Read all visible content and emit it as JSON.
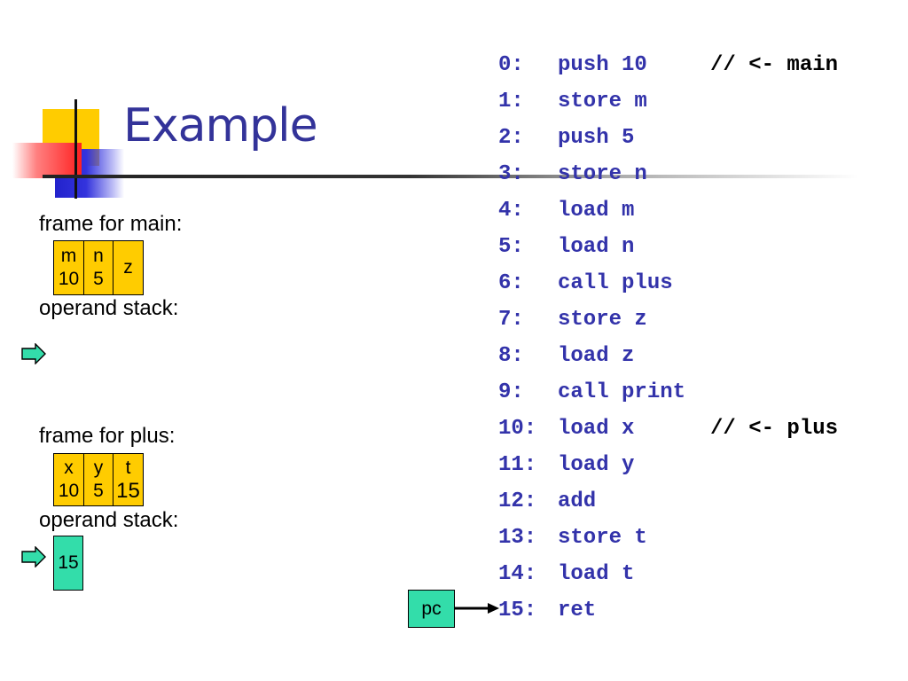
{
  "slide": {
    "title": "Example"
  },
  "main_frame": {
    "label": "frame for main:",
    "cells": [
      {
        "name": "m",
        "value": "10"
      },
      {
        "name": "n",
        "value": "5"
      },
      {
        "name": "z",
        "value": ""
      }
    ],
    "stack_label": "operand stack:"
  },
  "plus_frame": {
    "label": "frame for plus:",
    "cells": [
      {
        "name": "x",
        "value": "10"
      },
      {
        "name": "y",
        "value": "5"
      },
      {
        "name": "t",
        "value": "15"
      }
    ],
    "stack_label": "operand stack:",
    "stack_values": [
      "15"
    ]
  },
  "program": [
    {
      "addr": "0:",
      "instr": "push 10",
      "comment": "// <- main"
    },
    {
      "addr": "1:",
      "instr": "store m",
      "comment": ""
    },
    {
      "addr": "2:",
      "instr": "push 5",
      "comment": ""
    },
    {
      "addr": "3:",
      "instr": "store n",
      "comment": ""
    },
    {
      "addr": "4:",
      "instr": "load m",
      "comment": ""
    },
    {
      "addr": "5:",
      "instr": "load n",
      "comment": ""
    },
    {
      "addr": "6:",
      "instr": "call plus",
      "comment": ""
    },
    {
      "addr": "7:",
      "instr": "store z",
      "comment": ""
    },
    {
      "addr": "8:",
      "instr": "load z",
      "comment": ""
    },
    {
      "addr": "9:",
      "instr": "call print",
      "comment": ""
    },
    {
      "addr": "10:",
      "instr": "load x",
      "comment": "// <- plus"
    },
    {
      "addr": "11:",
      "instr": "load y",
      "comment": ""
    },
    {
      "addr": "12:",
      "instr": "add",
      "comment": ""
    },
    {
      "addr": "13:",
      "instr": "store t",
      "comment": ""
    },
    {
      "addr": "14:",
      "instr": "load t",
      "comment": ""
    },
    {
      "addr": "15:",
      "instr": "ret",
      "comment": ""
    }
  ],
  "pc": {
    "label": "pc"
  },
  "colors": {
    "title": "#333399",
    "code": "#3333aa",
    "frame_cell": "#ffcc00",
    "stack": "#33ddaa"
  }
}
